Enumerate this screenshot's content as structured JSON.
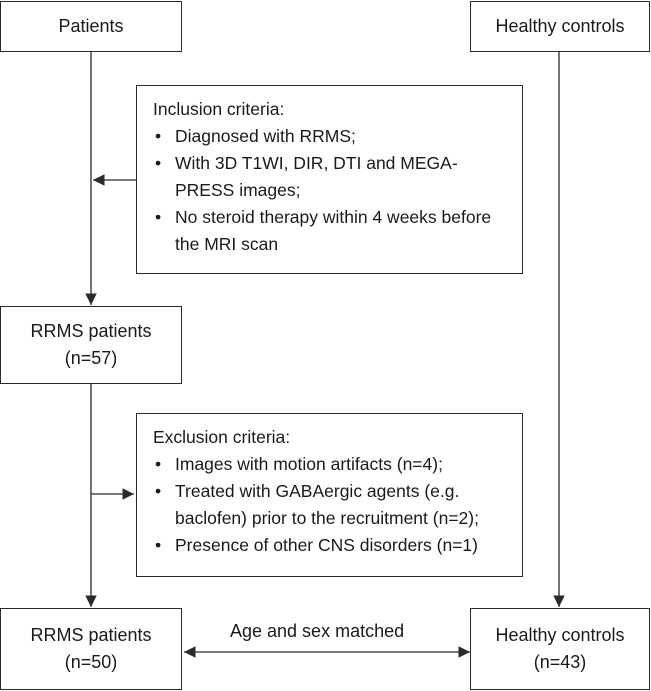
{
  "nodes": {
    "patients": {
      "label": "Patients"
    },
    "healthy_controls_top": {
      "label": "Healthy controls"
    },
    "inclusion": {
      "title": "Inclusion criteria:",
      "items": [
        "Diagnosed with RRMS;",
        "With 3D T1WI, DIR, DTI and MEGA-PRESS images;",
        "No steroid therapy within 4 weeks before the MRI scan"
      ]
    },
    "rrms_57": {
      "line1": "RRMS patients",
      "line2": "(n=57)"
    },
    "exclusion": {
      "title": "Exclusion criteria:",
      "items": [
        "Images with motion artifacts (n=4);",
        "Treated with GABAergic agents (e.g. baclofen) prior to the recruitment (n=2);",
        "Presence of other CNS disorders (n=1)"
      ]
    },
    "rrms_50": {
      "line1": "RRMS patients",
      "line2": "(n=50)"
    },
    "healthy_controls_bottom": {
      "line1": "Healthy controls",
      "line2": "(n=43)"
    }
  },
  "edges": {
    "matched_label": "Age and sex matched"
  },
  "colors": {
    "stroke": "#2a2a2a",
    "text": "#1a1a1a",
    "background": "#ffffff"
  }
}
